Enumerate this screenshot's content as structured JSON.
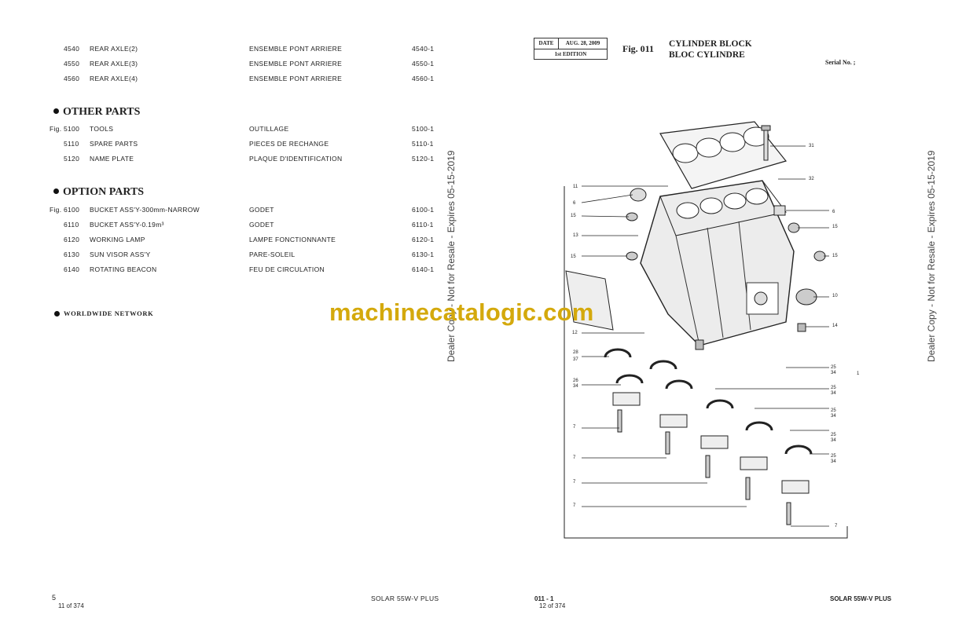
{
  "left_page": {
    "axle_rows": [
      {
        "fig": "",
        "num": "4540",
        "name": "REAR AXLE(2)",
        "fr": "ENSEMBLE PONT ARRIERE",
        "ref": "4540-1"
      },
      {
        "fig": "",
        "num": "4550",
        "name": "REAR AXLE(3)",
        "fr": "ENSEMBLE PONT ARRIERE",
        "ref": "4550-1"
      },
      {
        "fig": "",
        "num": "4560",
        "name": "REAR AXLE(4)",
        "fr": "ENSEMBLE PONT ARRIERE",
        "ref": "4560-1"
      }
    ],
    "other_parts": {
      "title": "OTHER PARTS",
      "rows": [
        {
          "fig": "Fig.",
          "num": "5100",
          "name": "TOOLS",
          "fr": "OUTILLAGE",
          "ref": "5100-1"
        },
        {
          "fig": "",
          "num": "5110",
          "name": "SPARE PARTS",
          "fr": "PIECES DE RECHANGE",
          "ref": "5110-1"
        },
        {
          "fig": "",
          "num": "5120",
          "name": "NAME PLATE",
          "fr": "PLAQUE D'IDENTIFICATION",
          "ref": "5120-1"
        }
      ]
    },
    "option_parts": {
      "title": "OPTION PARTS",
      "rows": [
        {
          "fig": "Fig.",
          "num": "6100",
          "name": "BUCKET ASS'Y-300mm-NARROW",
          "fr": "GODET",
          "ref": "6100-1"
        },
        {
          "fig": "",
          "num": "6110",
          "name": "BUCKET ASS'Y-0.19m³",
          "fr": "GODET",
          "ref": "6110-1"
        },
        {
          "fig": "",
          "num": "6120",
          "name": "WORKING LAMP",
          "fr": "LAMPE FONCTIONNANTE",
          "ref": "6120-1"
        },
        {
          "fig": "",
          "num": "6130",
          "name": "SUN VISOR ASS'Y",
          "fr": "PARE-SOLEIL",
          "ref": "6130-1"
        },
        {
          "fig": "",
          "num": "6140",
          "name": "ROTATING BEACON",
          "fr": "FEU DE CIRCULATION",
          "ref": "6140-1"
        }
      ]
    },
    "worldwide": "WORLDWIDE  NETWORK",
    "footer": {
      "page_no": "5",
      "page_of": "11 of 374",
      "model": "SOLAR 55W-V PLUS"
    }
  },
  "right_page": {
    "date_label": "DATE",
    "date_value": "AUG.  28,  2009",
    "edition": "1st EDITION",
    "fig_label": "Fig. 011",
    "title_en": "CYLINDER BLOCK",
    "title_fr": "BLOC CYLINDRE",
    "serial": "Serial No. ;",
    "footer": {
      "page_code": "011 - 1",
      "page_of": "12 of 374",
      "model": "SOLAR 55W-V PLUS"
    },
    "callouts_left": [
      "11",
      "6",
      "15",
      "13",
      "15",
      "12",
      "28",
      "37",
      "26",
      "34",
      "7",
      "7",
      "7",
      "7"
    ],
    "callouts_right": [
      "31",
      "32",
      "6",
      "15",
      "15",
      "10",
      "14",
      "25",
      "34",
      "1",
      "25",
      "34",
      "25",
      "34",
      "25",
      "34",
      "25",
      "34",
      "7"
    ]
  },
  "watermark": {
    "text": "Dealer Copy - Not for Resale - Expires 05-15-2019",
    "site": "machinecatalogic.com"
  }
}
